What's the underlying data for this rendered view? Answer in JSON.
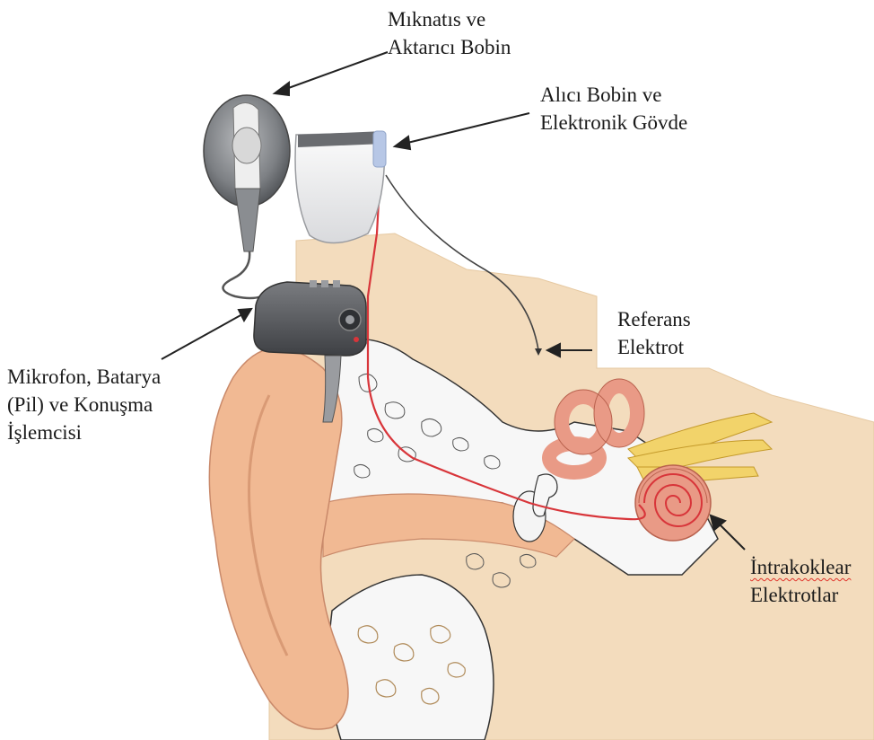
{
  "labels": {
    "magnet": {
      "line1": "Mıknatıs ve",
      "line2": "Aktarıcı Bobin"
    },
    "receiver": {
      "line1": "Alıcı Bobin ve",
      "line2": "Elektronik Gövde"
    },
    "reference": {
      "line1": "Referans",
      "line2": "Elektrot"
    },
    "processor": {
      "line1": "Mikrofon, Batarya",
      "line2": "(Pil) ve Konuşma",
      "line3": "İşlemcisi"
    },
    "intracochlear": {
      "line1": "İntrakoklear",
      "line2": "Elektrotlar"
    }
  },
  "colors": {
    "skin": "#f3dcbd",
    "ear": "#f1b993",
    "bone": "#f7f7f7",
    "cochlea": "#e99a86",
    "nerve": "#f2d36a",
    "electrode_wire": "#d8353a",
    "device_gray": "#5d5f62"
  }
}
